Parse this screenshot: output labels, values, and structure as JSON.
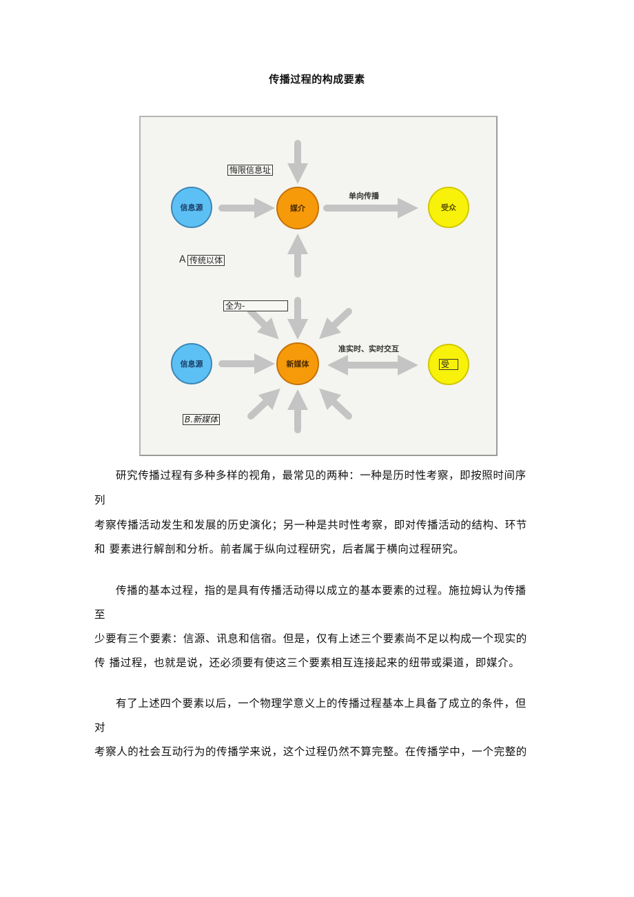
{
  "document": {
    "title": "传播过程的构成要素"
  },
  "figure": {
    "colors": {
      "background": "#f4f4f0",
      "source": "#5cc0f5",
      "medium": "#f79a0a",
      "audience": "#f8f20a",
      "arrow": "#c4c4c4"
    },
    "panel_a": {
      "source_label": "信息源",
      "medium_label": "媒介",
      "audience_label": "受众",
      "arrow_label": "单向传播",
      "note_box": "悔限信息址",
      "caption_prefix": "A",
      "caption_box": "传统以体"
    },
    "panel_b": {
      "source_label": "信息源",
      "medium_label": "新媒体",
      "audience_label": "受",
      "arrow_label": "准实时、实时交互",
      "note_box": "全为-",
      "caption_box": "B.新媒体"
    }
  },
  "paragraphs": [
    {
      "lines": [
        "研究传播过程有多种多样的视角，最常见的两种：一种是历时性考察，即按照时间序",
        "列",
        "考察传播活动发生和发展的历史演化；另一种是共时性考察，即对传播活动的结构、环节",
        "和  要素进行解剖和分析。前者属于纵向过程研究，后者属于横向过程研究。"
      ]
    },
    {
      "lines": [
        "传播的基本过程，指的是具有传播活动得以成立的基本要素的过程。施拉姆认为传播",
        "至",
        "少要有三个要素：信源、讯息和信宿。但是，仅有上述三个要素尚不足以构成一个现实的",
        "传  播过程，也就是说，还必须要有使这三个要素相互连接起来的纽带或渠道，即媒介。"
      ]
    },
    {
      "lines": [
        "有了上述四个要素以后，一个物理学意义上的传播过程基本上具备了成立的条件，但",
        "对",
        "考察人的社会互动行为的传播学来说，这个过程仍然不算完整。在传播学中，一个完整的"
      ]
    }
  ]
}
